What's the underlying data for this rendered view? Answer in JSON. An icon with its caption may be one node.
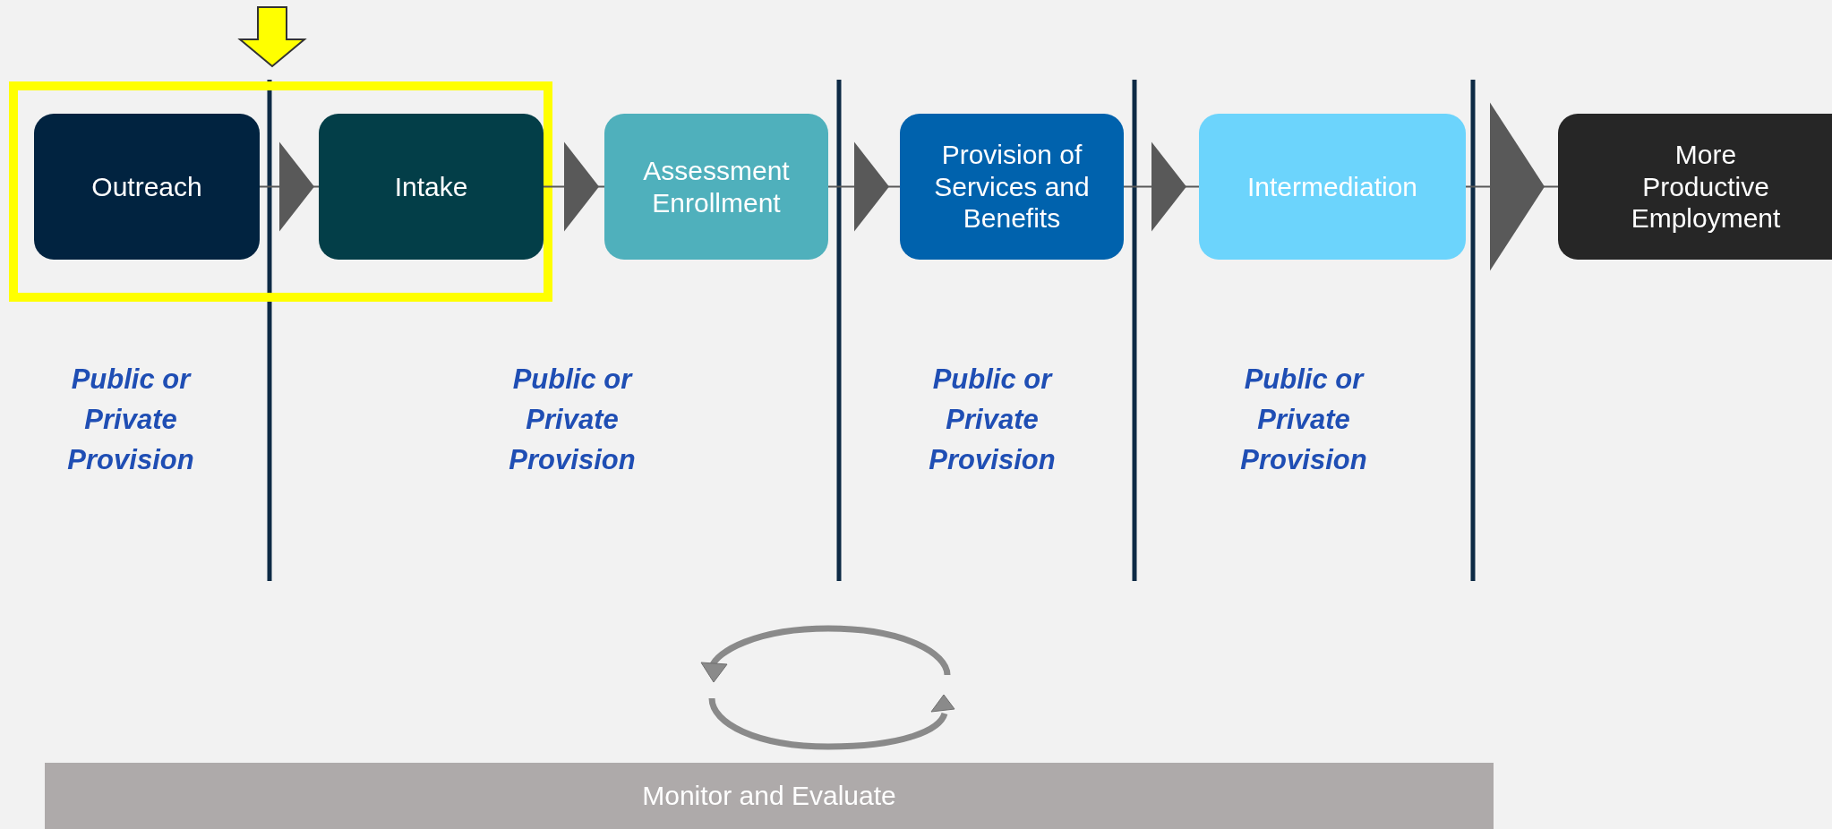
{
  "diagram": {
    "nodes": [
      {
        "text": [
          "Outreach"
        ]
      },
      {
        "text": [
          "Intake"
        ]
      },
      {
        "text": [
          "Assessment Enrollment"
        ]
      },
      {
        "text": [
          "Provision of Services and Benefits"
        ]
      },
      {
        "text": [
          "Intermediation"
        ]
      },
      {
        "text": [
          "More Productive Employment"
        ]
      },
      {
        "text": [
          "Monitor and Evaluate"
        ]
      }
    ],
    "edges": [
      {
        "from": 0,
        "to": 1,
        "arrow": "to"
      },
      {
        "from": 1,
        "to": 2,
        "arrow": "to"
      },
      {
        "from": 2,
        "to": 3,
        "arrow": "to"
      },
      {
        "from": 3,
        "to": 4,
        "arrow": "to"
      },
      {
        "from": 4,
        "to": 5,
        "arrow": "to"
      }
    ],
    "labels": [
      "Public or Private Provision",
      "Public or Private Provision",
      "Public or Private Provision",
      "Public or Private Provision"
    ]
  }
}
